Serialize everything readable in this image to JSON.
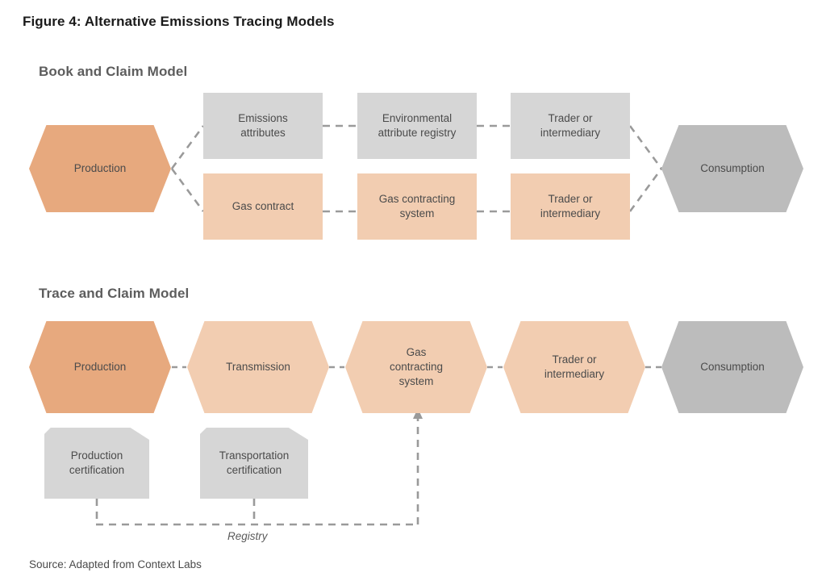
{
  "figure": {
    "title": "Figure 4: Alternative Emissions Tracing Models",
    "source": "Source: Adapted from Context Labs",
    "registry_label": "Registry"
  },
  "colors": {
    "orange_dark": "#e7a97e",
    "orange_light": "#f2cdb1",
    "gray_light": "#d6d6d6",
    "gray_medium": "#bcbcbc",
    "dash": "#9a9a9a",
    "text": "#4b4b4b",
    "heading": "#5d5d5d",
    "title": "#1a1a1a",
    "background": "#ffffff"
  },
  "sections": [
    {
      "heading": "Book and Claim Model",
      "start_node": {
        "label": "Production",
        "shape": "hexagon",
        "color": "orange_dark"
      },
      "end_node": {
        "label": "Consumption",
        "shape": "hexagon",
        "color": "gray_medium"
      },
      "top_track": [
        {
          "label": "Emissions\nattributes",
          "shape": "rect",
          "color": "gray_light"
        },
        {
          "label": "Environmental\nattribute registry",
          "shape": "rect",
          "color": "gray_light"
        },
        {
          "label": "Trader or\nintermediary",
          "shape": "rect",
          "color": "gray_light"
        }
      ],
      "bottom_track": [
        {
          "label": "Gas contract",
          "shape": "rect",
          "color": "orange_light"
        },
        {
          "label": "Gas contracting\nsystem",
          "shape": "rect",
          "color": "orange_light"
        },
        {
          "label": "Trader or\nintermediary",
          "shape": "rect",
          "color": "orange_light"
        }
      ]
    },
    {
      "heading": "Trace and Claim Model",
      "chain": [
        {
          "label": "Production",
          "shape": "hexagon",
          "color": "orange_dark"
        },
        {
          "label": "Transmission",
          "shape": "hexagon",
          "color": "orange_light"
        },
        {
          "label": "Gas\ncontracting\nsystem",
          "shape": "hexagon",
          "color": "orange_light"
        },
        {
          "label": "Trader or\nintermediary",
          "shape": "hexagon",
          "color": "orange_light"
        },
        {
          "label": "Consumption",
          "shape": "hexagon",
          "color": "gray_medium"
        }
      ],
      "certifications": [
        {
          "label": "Production\ncertification",
          "shape": "certificate",
          "color": "gray_light"
        },
        {
          "label": "Transportation\ncertification",
          "shape": "certificate",
          "color": "gray_light"
        }
      ]
    }
  ]
}
